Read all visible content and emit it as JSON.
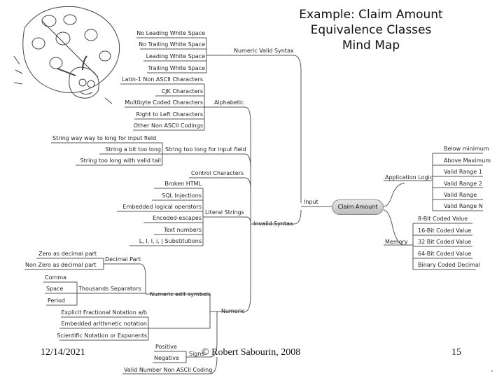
{
  "title": [
    "Example: Claim Amount",
    "Equivalence Classes",
    "Mind Map"
  ],
  "footer": {
    "date": "12/14/2021",
    "copyright": "© Robert Sabourin, 2008",
    "page": "15"
  },
  "mindmap": {
    "center": "Claim Amount",
    "input_label": "Input",
    "branches": {
      "numeric_valid_syntax": "Numeric Valid Syntax",
      "alphabetic": "Alphabetic",
      "string_too_long": "String too long for input field",
      "control_characters": "Control Characters",
      "literal_strings": "Literal Strings",
      "invalid_syntax": "Invalid Syntax",
      "decimal_part": "Decimal Part",
      "thousands_separators": "Thousands Separators",
      "numeric_edit_symbols": "Numeric edit symbols",
      "numeric": "Numeric",
      "signs": "Signs",
      "application_logic": "Application Logic",
      "memory": "Memory"
    },
    "leaves": {
      "white_space": [
        "No Leading White Space",
        "No Trailing White Space",
        "Leading White Space",
        "Trailing White Space"
      ],
      "alphabetic": [
        "Latin-1 Non ASCII Characters",
        "CJK Characters",
        "Multibyte Coded Characters",
        "Right to Left Characters",
        "Other Non ASCII Codings"
      ],
      "string_way_too_long": "String way way to long for input field",
      "string_too_long_children": [
        "String a bit too long",
        "String too long with valid tail"
      ],
      "literal_strings": [
        "Broken HTML",
        "SQL Injections",
        "Embedded logical operators",
        "Encoded-escapes",
        "Text numbers",
        "L, I, l, i, | Substitutions"
      ],
      "decimal_part": [
        "Zero as decimal part",
        "Non Zero as decimal part"
      ],
      "thousands_separators": [
        "Comma",
        "Space",
        "Period"
      ],
      "numeric_edit_symbols": [
        "Explicit Fractional Notation a/b",
        "Embedded arithmetic notation",
        "Scientific Notation or Exponents"
      ],
      "signs": [
        "Positive",
        "Negative"
      ],
      "non_ascii_coding": "Valid Number Non ASCII Coding",
      "application_logic": [
        "Below minimum",
        "Above Maximum",
        "Valid Range 1",
        "Valid Range 2",
        "Valid Range",
        "Valid Range N"
      ],
      "memory": [
        "8-Bit Coded Value",
        "16-Bit Coded Value",
        "32 Bit Coded Value",
        "64-Bit Coded Value",
        "Binary Coded Decimal"
      ]
    }
  }
}
